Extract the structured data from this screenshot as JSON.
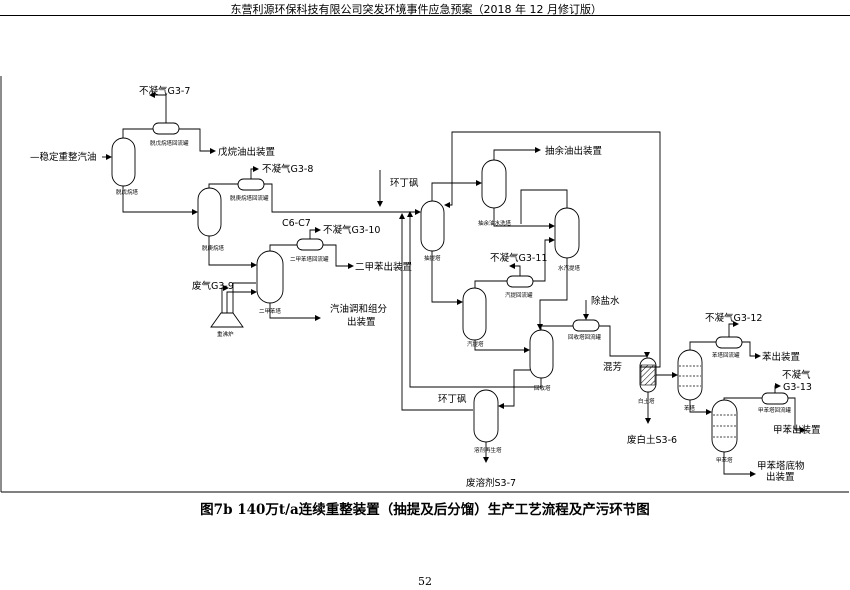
{
  "header": {
    "title": "东营利源环保科技有限公司突发环境事件应急预案（2018 年 12 月修订版）"
  },
  "labels": {
    "feed": "—稳定重整汽油",
    "g37": "不凝气G3-7",
    "pentane_out": "戊烷油出装置",
    "g38": "不凝气G3-8",
    "c6c7": "C6-C7",
    "g310": "不凝气G3-10",
    "xylene_out": "二甲苯出装置",
    "g39": "废气G3-9",
    "gasoline_out_1": "汽油调和组分",
    "gasoline_out_2": "出装置",
    "sulfolane_1": "环丁砜",
    "raffinate_out": "抽余油出装置",
    "g311": "不凝气G3-11",
    "desalted_water": "除盐水",
    "mixed_aromatics": "混芳",
    "g312": "不凝气G3-12",
    "benzene_out": "苯出装置",
    "g313_1": "不凝气",
    "g313_2": "G3-13",
    "toluene_out": "甲苯出装置",
    "bottoms_out_1": "甲苯塔底物",
    "bottoms_out_2": "出装置",
    "sulfolane_2": "环丁砜",
    "spent_clay": "废白土S3-6",
    "spent_solvent": "废溶剂S3-7"
  },
  "small_labels": {
    "depentanizer": "脱戊烷塔",
    "depentanizer_drum": "脱戊烷塔回流罐",
    "dehexanizer": "脱庚烷塔",
    "dehexanizer_drum": "脱庚烷塔回流罐",
    "xylene_col": "二甲苯塔",
    "xylene_drum": "二甲苯塔回流罐",
    "reboiler": "重沸炉",
    "extractor": "抽提塔",
    "raffinate_wash": "抽余油水洗塔",
    "water_stripper": "水汽提塔",
    "stripper_drum": "汽提回流罐",
    "stripper": "汽提塔",
    "recovery": "回收塔",
    "recovery_drum": "回收塔回流罐",
    "clay": "白土塔",
    "benzene_col": "苯塔",
    "benzene_drum": "苯塔回流罐",
    "toluene_col": "甲苯塔",
    "toluene_drum": "甲苯塔回流罐",
    "solvent_regen": "溶剂再生塔"
  },
  "caption": "图7b 140万t/a连续重整装置（抽提及后分馏）生产工艺流程及产污环节图",
  "page_number": "52"
}
